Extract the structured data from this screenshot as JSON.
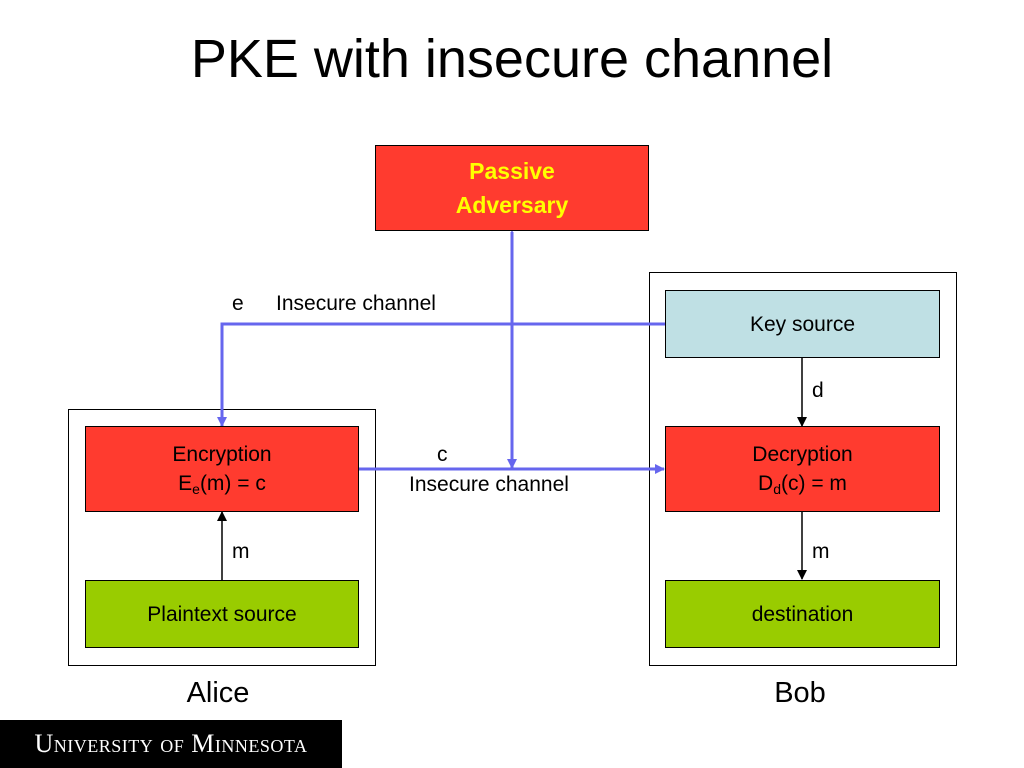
{
  "title": "PKE with insecure channel",
  "nodes": {
    "adversary": {
      "line1": "Passive",
      "line2": "Adversary"
    },
    "key_source": {
      "label": "Key source"
    },
    "encryption": {
      "line1": "Encryption",
      "line2_prefix": "E",
      "line2_sub": "e",
      "line2_suffix": "(m) = c"
    },
    "decryption": {
      "line1": "Decryption",
      "line2_prefix": "D",
      "line2_sub": "d",
      "line2_suffix": "(c) = m"
    },
    "plaintext_source": {
      "label": "Plaintext source"
    },
    "destination": {
      "label": "destination"
    }
  },
  "edge_labels": {
    "e": "e",
    "insecure_channel_top": "Insecure channel",
    "c": "c",
    "insecure_channel_mid": "Insecure channel",
    "d": "d",
    "m_left": "m",
    "m_right": "m"
  },
  "captions": {
    "alice": "Alice",
    "bob": "Bob"
  },
  "footer_logo": "University of Minnesota",
  "colors": {
    "red_box": "#ff3b2f",
    "green_box": "#99cc00",
    "light_blue_box": "#bfe0e4",
    "adversary_text": "#ffff00",
    "channel_arrow": "#6666ee",
    "local_arrow": "#000000"
  }
}
